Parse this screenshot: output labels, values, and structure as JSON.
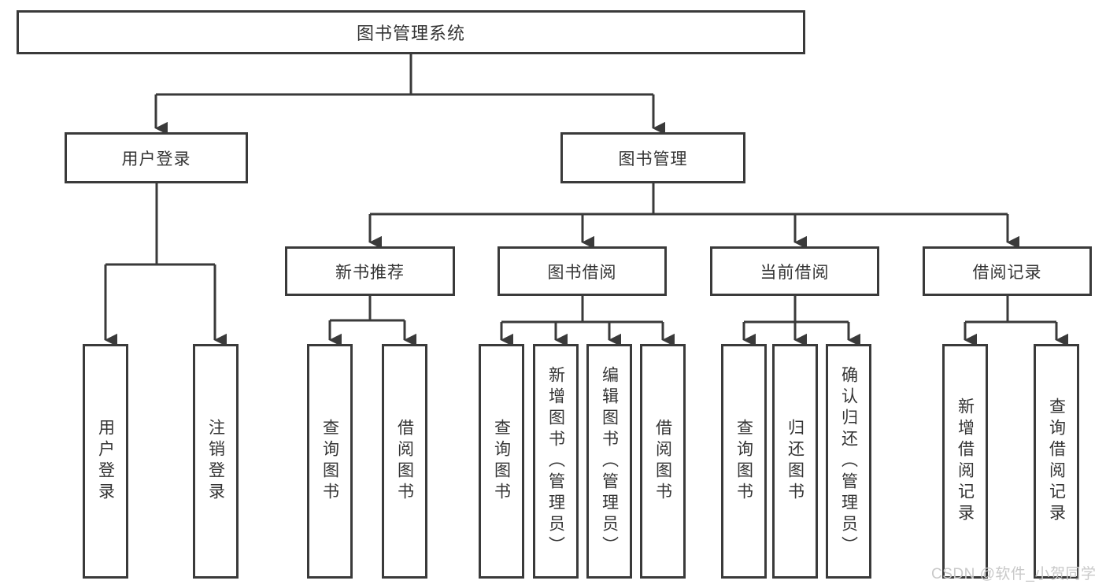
{
  "diagram": {
    "root": {
      "label": "图书管理系统"
    },
    "level2": [
      {
        "label": "用户登录"
      },
      {
        "label": "图书管理"
      }
    ],
    "level3": [
      {
        "label": "新书推荐"
      },
      {
        "label": "图书借阅"
      },
      {
        "label": "当前借阅"
      },
      {
        "label": "借阅记录"
      }
    ],
    "leaves": [
      {
        "label": "用户登录"
      },
      {
        "label": "注销登录"
      },
      {
        "label": "查询图书"
      },
      {
        "label": "借阅图书"
      },
      {
        "label": "查询图书"
      },
      {
        "label": "新增图书（管理员）"
      },
      {
        "label": "编辑图书（管理员）"
      },
      {
        "label": "借阅图书"
      },
      {
        "label": "查询图书"
      },
      {
        "label": "归还图书"
      },
      {
        "label": "确认归还（管理员）"
      },
      {
        "label": "新增借阅记录"
      },
      {
        "label": "查询借阅记录"
      }
    ]
  },
  "watermark": {
    "text": "CSDN @软件_小贺同学"
  },
  "colors": {
    "line": "#3a3a3a",
    "box_border": "#3a3a3a",
    "box_background": "#ffffff",
    "text": "#343434",
    "watermark": "#c9c9c9"
  }
}
